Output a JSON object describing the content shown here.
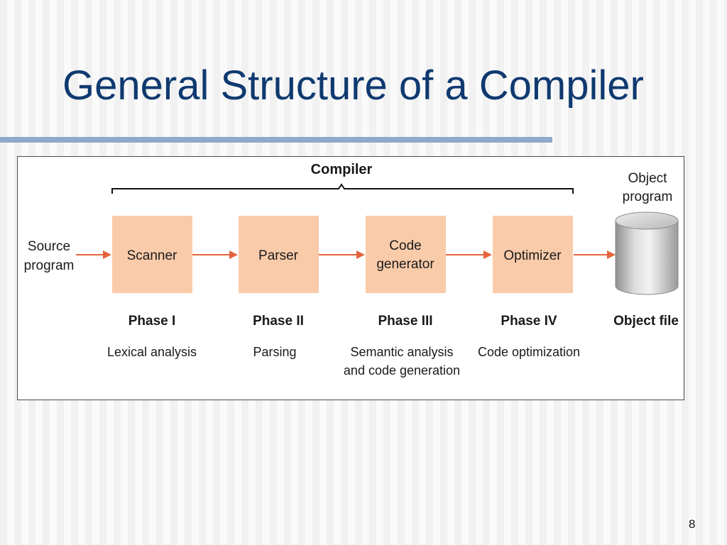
{
  "slide": {
    "title": "General Structure of a Compiler",
    "page_number": "8"
  },
  "diagram": {
    "group_label": "Compiler",
    "source": {
      "line1": "Source",
      "line2": "program"
    },
    "target": {
      "line1": "Object",
      "line2": "program"
    },
    "stages": [
      {
        "label_line1": "Scanner",
        "label_line2": "",
        "phase": "Phase I",
        "desc_line1": "Lexical analysis",
        "desc_line2": ""
      },
      {
        "label_line1": "Parser",
        "label_line2": "",
        "phase": "Phase II",
        "desc_line1": "Parsing",
        "desc_line2": ""
      },
      {
        "label_line1": "Code",
        "label_line2": "generator",
        "phase": "Phase III",
        "desc_line1": "Semantic analysis",
        "desc_line2": "and code generation"
      },
      {
        "label_line1": "Optimizer",
        "label_line2": "",
        "phase": "Phase IV",
        "desc_line1": "Code optimization",
        "desc_line2": ""
      }
    ],
    "output_label": "Object file",
    "colors": {
      "box_fill": "#f9cba9",
      "arrow": "#e3643b",
      "title": "#0f3a70",
      "rule": "#8eaac9"
    }
  }
}
